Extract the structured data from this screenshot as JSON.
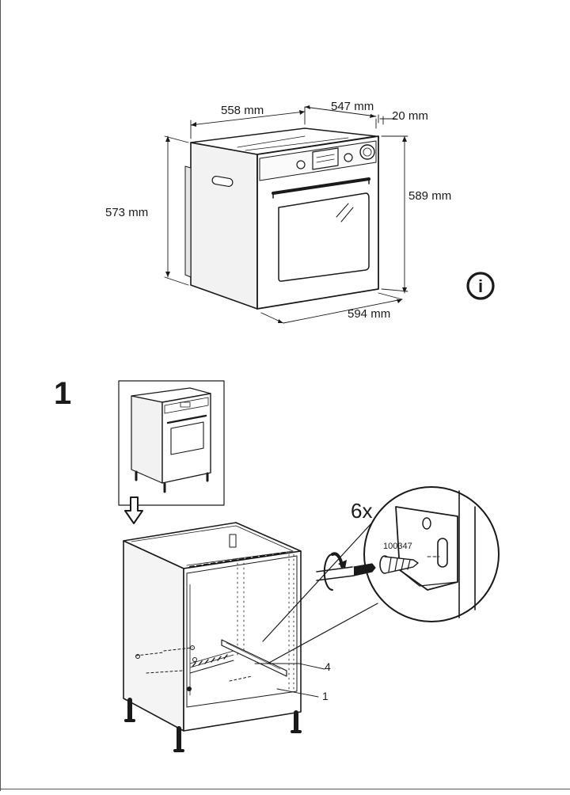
{
  "dimensions": {
    "depth_total": "558 mm",
    "depth_body": "547 mm",
    "front_thickness": "20 mm",
    "height_body": "573 mm",
    "height_front": "589 mm",
    "width_front": "594 mm"
  },
  "info_icon_glyph": "i",
  "step": {
    "number": "1"
  },
  "detail": {
    "quantity": "6x",
    "part_number": "100347"
  },
  "callouts": {
    "rail": "4",
    "cabinet": "1"
  }
}
